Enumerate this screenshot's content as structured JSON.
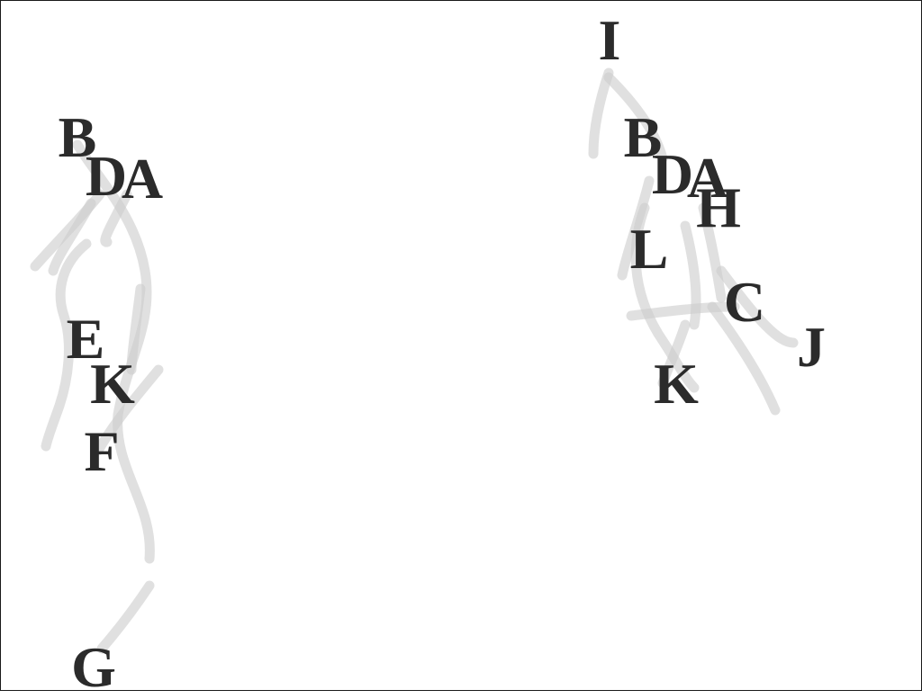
{
  "colors": {
    "letter": "#2b2b2b",
    "stroke": "#cccccc",
    "border": "#1a1a1a",
    "background": "#ffffff"
  },
  "left_figure": {
    "labels": [
      "B",
      "D",
      "A",
      "E",
      "K",
      "F",
      "G"
    ]
  },
  "right_figure": {
    "labels": [
      "I",
      "B",
      "D",
      "A",
      "H",
      "L",
      "C",
      "J",
      "K"
    ]
  }
}
